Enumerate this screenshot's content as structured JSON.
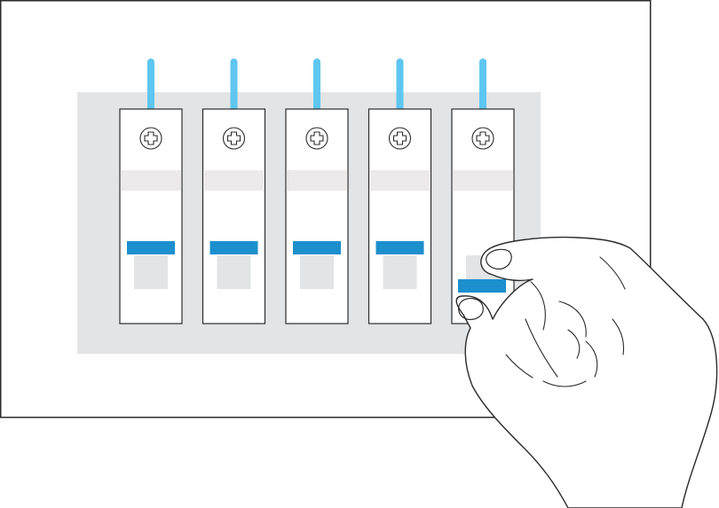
{
  "illustration": {
    "colors": {
      "background": "#ffffff",
      "outline": "#2b2b2b",
      "din_rail_panel": "#e3e4e5",
      "breaker_body": "#ffffff",
      "label_band": "#eceaea",
      "handle_slot": "#e3e4e5",
      "toggle_handle": "#1c8fcd",
      "wire": "#5ec6f0"
    },
    "breakers": [
      {
        "toggle_position": "up"
      },
      {
        "toggle_position": "up"
      },
      {
        "toggle_position": "up"
      },
      {
        "toggle_position": "up"
      },
      {
        "toggle_position": "down"
      }
    ],
    "hand": {
      "action": "switching-breaker",
      "target_breaker_index": 4
    }
  }
}
